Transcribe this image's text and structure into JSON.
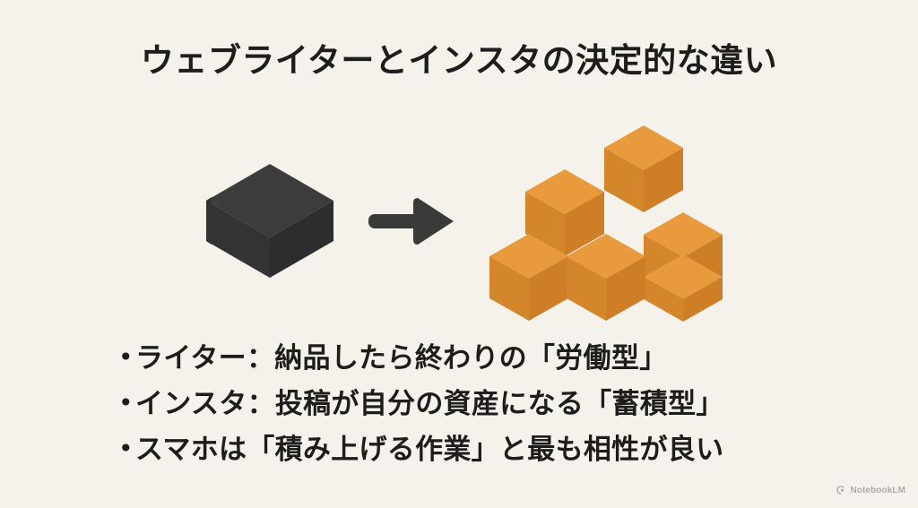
{
  "slide": {
    "background_color": "#f5f2ec",
    "title": "ウェブライターとインスタの決定的な違い",
    "text_color": "#1d1d1b"
  },
  "graphic": {
    "description": "single dark cube transforms via arrow into a stack of orange cubes",
    "left_shape": {
      "name": "single-dark-cube",
      "count": 1,
      "colors": {
        "top": "#3c3c3c",
        "left": "#333333",
        "right": "#2d2d2d"
      }
    },
    "arrow": {
      "name": "rightward-arrow",
      "color": "#3a3a38"
    },
    "right_shape": {
      "name": "stacked-orange-cubes",
      "count": 6,
      "colors": {
        "top": "#e89a3c",
        "left": "#d4862a",
        "right": "#cd7e26"
      }
    }
  },
  "bullets": {
    "marker": "•",
    "items": [
      "ライター：納品したら終わりの「労働型」",
      "インスタ：投稿が自分の資産になる「蓄積型」",
      "スマホは「積み上げる作業」と最も相性が良い"
    ]
  },
  "watermark": {
    "icon": "notebooklm-logo-icon",
    "label": "NotebookLM"
  }
}
